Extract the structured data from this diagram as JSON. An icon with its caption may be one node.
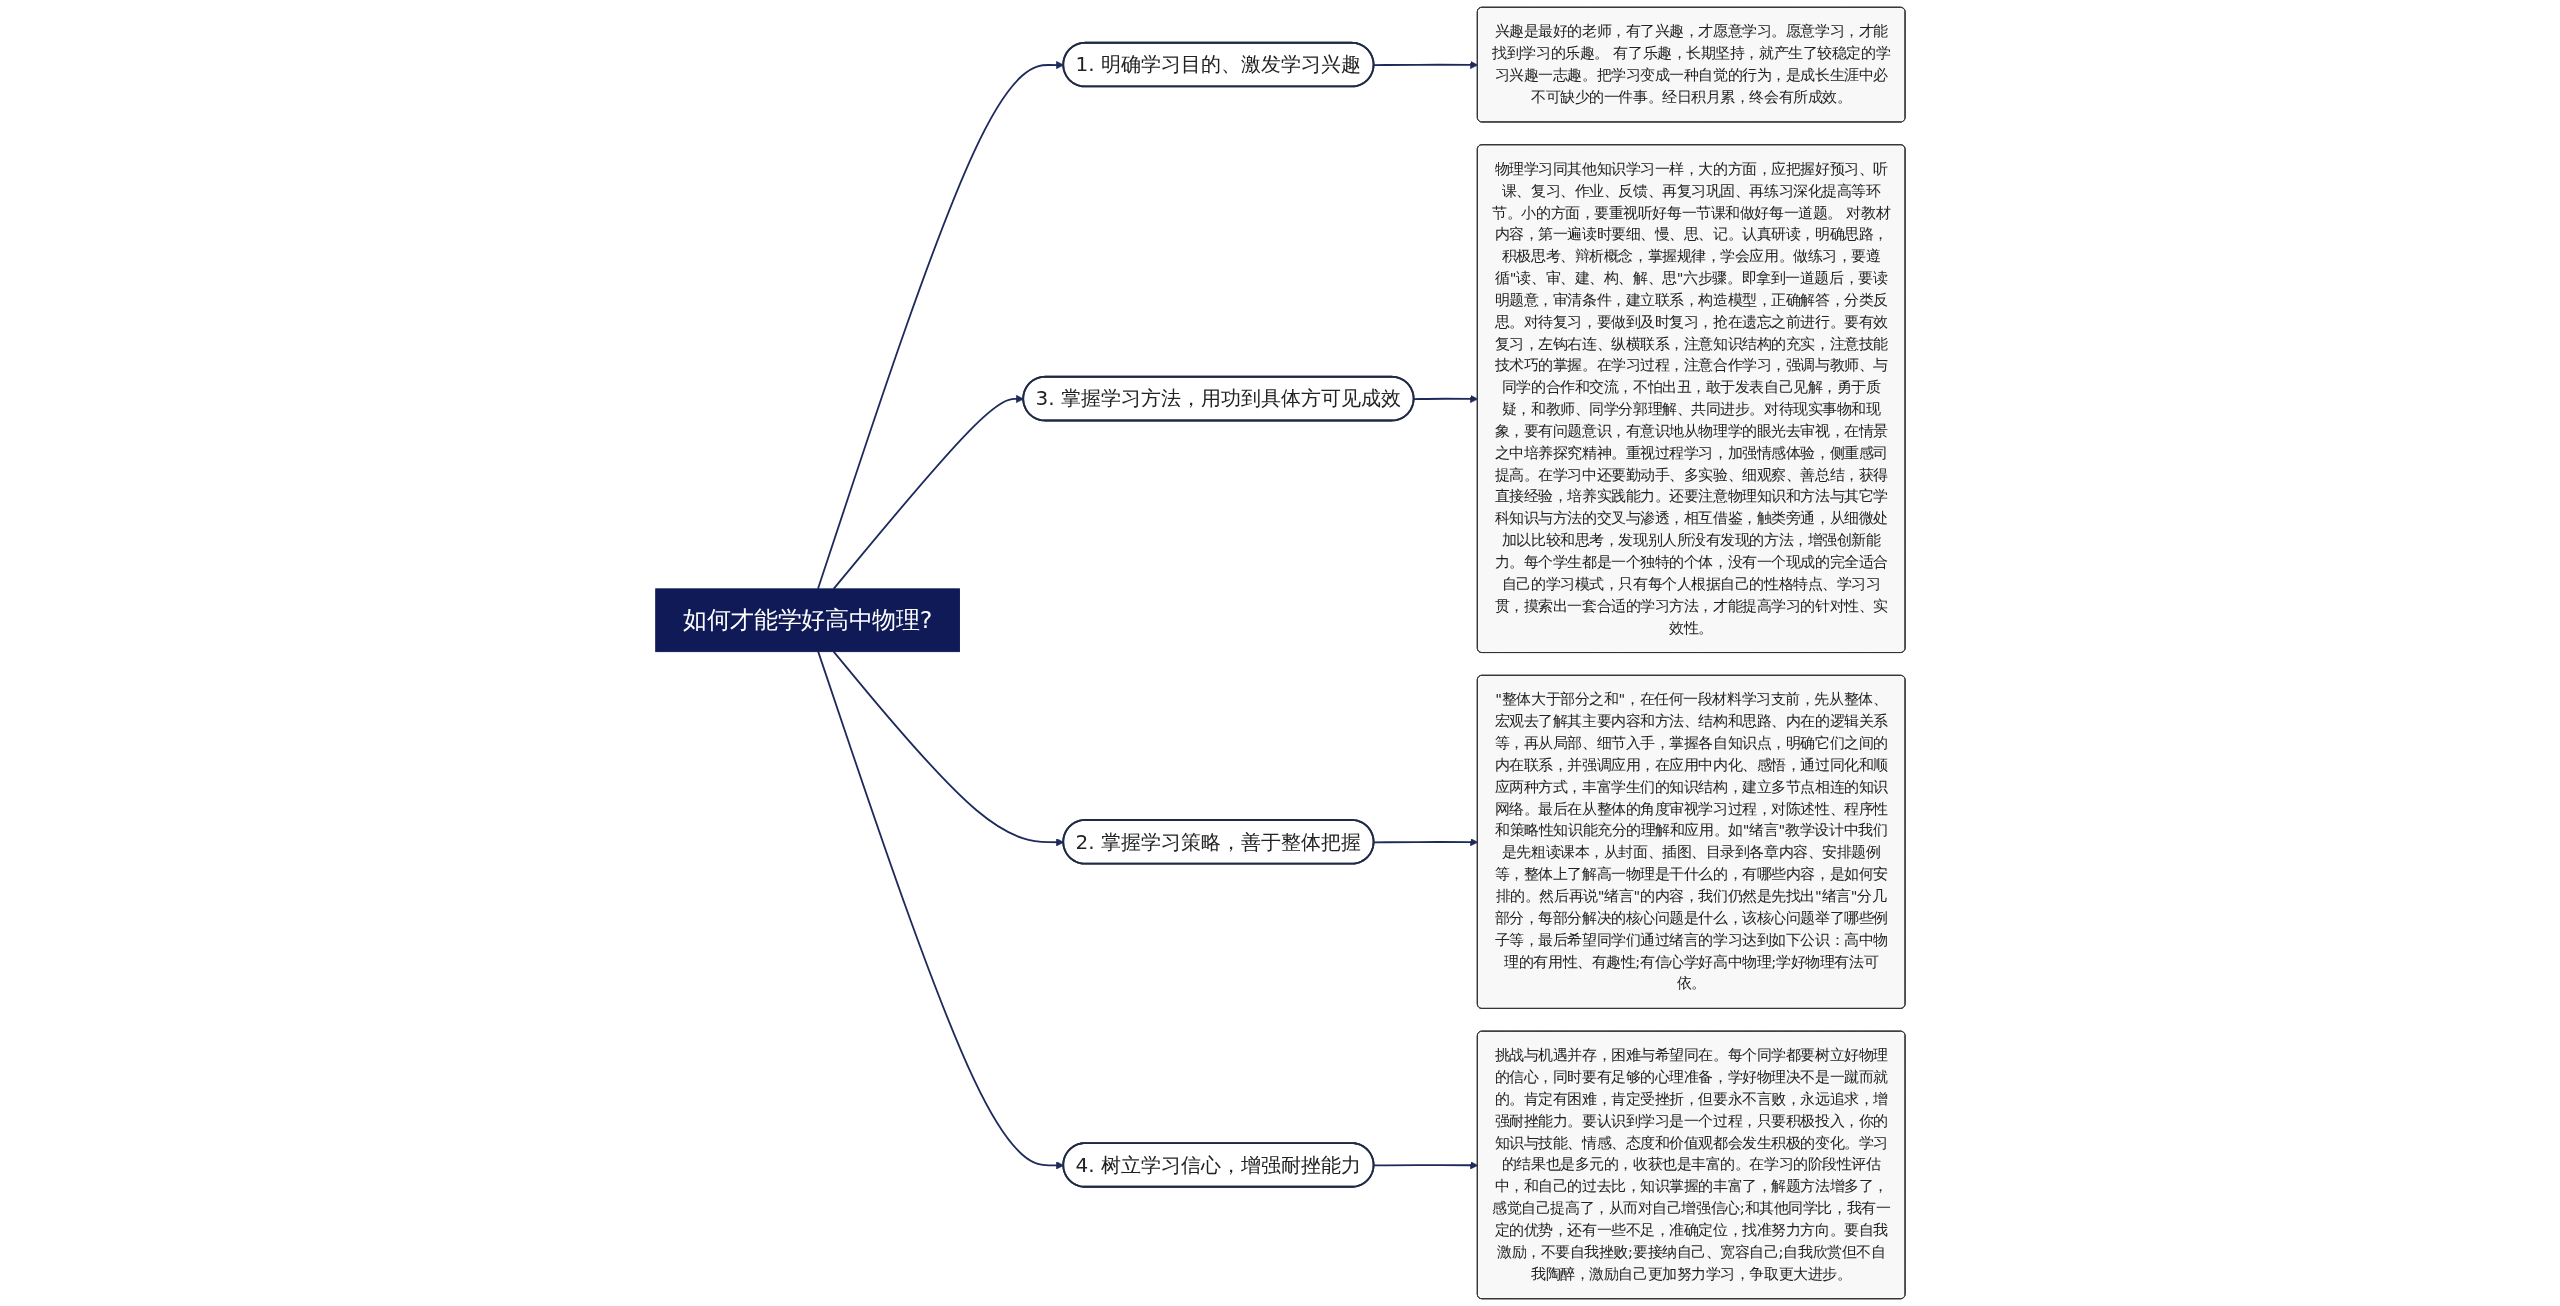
{
  "diagram": {
    "nodes": [
      {
        "text": [
          "如何才能学好高中物理?"
        ]
      },
      {
        "text": [
          "1. 明确学习目的、激发学习兴趣"
        ]
      },
      {
        "text": [
          "兴趣是最好的老师，有了兴趣，才愿意学习。愿意学习，才能找到学习的乐趣。 有了乐趣，长期坚持，就产生了较稳定的学习兴趣一志趣。把学习变成一种自觉的行为，是成长生涯中必不可缺少的一件事。经日积月累，终会有所成效。"
        ]
      },
      {
        "text": [
          "3. 掌握学习方法，用功到具体方可见成效"
        ]
      },
      {
        "text": [
          "物理学习同其他知识学习一样，大的方面，应把握好预习、听课、复习、作业、反馈、再复习巩固、再练习深化提高等环节。小的方面，要重视听好每一节课和做好每一道题。 对教材内容，第一遍读时要细、慢、思、记。认真研读，明确思路，积极思考、辩析概念，掌握规律，学会应用。做练习，要遵循\"读、审、建、构、解、思\"六步骤。即拿到一道题后，要读明题意，审清条件，建立联系，构造模型，正确解答，分类反思。对待复习，要做到及时复习，抢在遗忘之前进行。要有效复习，左钩右连、纵横联系，注意知识结构的充实，注意技能技术巧的掌握。在学习过程，注意合作学习，强调与教师、与同学的合作和交流，不怕出丑，敢于发表自己见解，勇于质疑，和教师、同学分郭理解、共同进步。对待现实事物和现象，要有问题意识，有意识地从物理学的眼光去审视，在情景之中培养探究精神。重视过程学习，加强情感体验，侧重感司提高。在学习中还要勤动手、多实验、细观察、善总结，获得直接经验，培养实践能力。还要注意物理知识和方法与其它学科知识与方法的交叉与渗透，相互借鉴，触类旁通，从细微处加以比较和思考，发现别人所没有发现的方法，增强创新能力。每个学生都是一个独特的个体，没有一个现成的完全适合自己的学习模式，只有每个人根据自己的性格特点、学习习贯，摸索出一套合适的学习方法，才能提高学习的针对性、实效性。"
        ]
      },
      {
        "text": [
          "2. 掌握学习策略，善于整体把握"
        ]
      },
      {
        "text": [
          "\"整体大于部分之和\"，在任何一段材料学习支前，先从整体、宏观去了解其主要内容和方法、结构和思路、内在的逻辑关系等，再从局部、细节入手，掌握各自知识点，明确它们之间的内在联系，并强调应用，在应用中内化、感悟，通过同化和顺应两种方式，丰富学生们的知识结构，建立多节点相连的知识网络。最后在从整体的角度审视学习过程，对陈述性、程序性和策略性知识能充分的理解和应用。如\"绪言\"教学设计中我们是先粗读课本，从封面、插图、目录到各章内容、安排题例等，整体上了解高一物理是干什么的，有哪些内容，是如何安排的。然后再说\"绪言\"的内容，我们仍然是先找出\"绪言\"分几部分，每部分解决的核心问题是什么，该核心问题举了哪些例子等，最后希望同学们通过绪言的学习达到如下公识：高中物理的有用性、有趣性;有信心学好高中物理;学好物理有法可依。"
        ]
      },
      {
        "text": [
          "4. 树立学习信心，增强耐挫能力"
        ]
      },
      {
        "text": [
          "挑战与机遇并存，困难与希望同在。每个同学都要树立好物理的信心，同时要有足够的心理准备，学好物理决不是一蹴而就的。肯定有困难，肯定受挫折，但要永不言败，永远追求，增强耐挫能力。要认识到学习是一个过程，只要积极投入，你的知识与技能、情感、态度和价值观都会发生积极的变化。学习的结果也是多元的，收获也是丰富的。在学习的阶段性评估中，和自己的过去比，知识掌握的丰富了，解题方法增多了，感觉自己提高了，从而对自己增强信心;和其他同学比，我有一定的优势，还有一些不足，准确定位，找准努力方向。要自我激励，不要自我挫败;要接纳自己、宽容自己;自我欣赏但不自我陶醉，激励自己更加努力学习，争取更大进步。"
        ]
      }
    ],
    "edges": [
      {
        "from": 0,
        "to": 1,
        "arrow": "to"
      },
      {
        "from": 1,
        "to": 2,
        "arrow": "to"
      },
      {
        "from": 0,
        "to": 3,
        "arrow": "to"
      },
      {
        "from": 3,
        "to": 4,
        "arrow": "to"
      },
      {
        "from": 0,
        "to": 5,
        "arrow": "to"
      },
      {
        "from": 5,
        "to": 6,
        "arrow": "to"
      },
      {
        "from": 0,
        "to": 7,
        "arrow": "to"
      },
      {
        "from": 7,
        "to": 8,
        "arrow": "to"
      }
    ]
  }
}
